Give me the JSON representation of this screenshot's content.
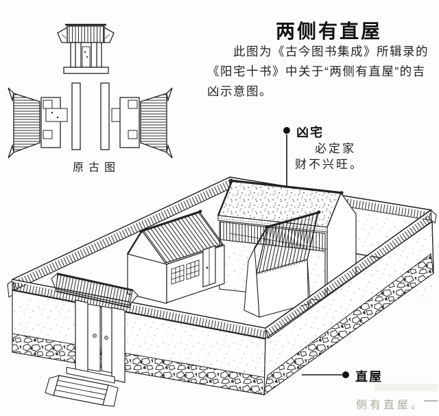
{
  "header": {
    "title": "两侧有直屋"
  },
  "intro": {
    "lines": {
      "0": "此图为《古今图书集成》所辑录的",
      "1": "《阳宅十书》中关于“两侧有直屋”的吉",
      "2": "凶示意图。"
    }
  },
  "ancient_diagram": {
    "caption": "原古图"
  },
  "annotations": {
    "xiong": {
      "label": "凶宅",
      "note_line1": "必定家",
      "note_line2": "财不兴旺。"
    },
    "zhi": {
      "label": "直屋"
    },
    "faded_text": "侧有直屋。"
  },
  "colors": {
    "ink": "#1f1f1f",
    "paper": "#fdfdfb",
    "faded_gray": "#a9a9a2"
  }
}
